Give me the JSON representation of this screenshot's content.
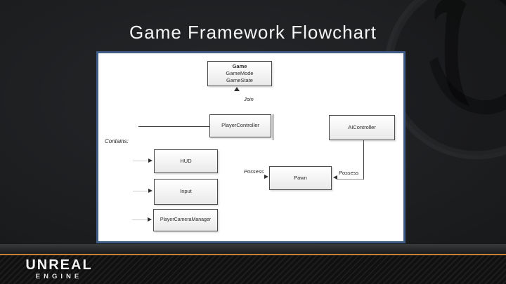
{
  "slide": {
    "title": "Game Framework Flowchart"
  },
  "flowchart": {
    "game_box": {
      "title": "Game",
      "line2": "GameMode",
      "line3": "GameState"
    },
    "player_controller": "PlayerController",
    "ai_controller": "AIController",
    "pawn": "Pawn",
    "hud": "HUD",
    "input": "Input",
    "player_camera_manager": "PlayerCameraManager",
    "labels": {
      "join": "Join",
      "contains": "Contains:",
      "possess_left": "Possess",
      "possess_right": "Possess"
    }
  },
  "footer": {
    "brand_primary": "UNREAL",
    "brand_secondary": "ENGINE"
  },
  "icons": {
    "watermark": "unreal-engine-u-logo",
    "arrow_glyphs": [
      "arrow-up",
      "arrow-right",
      "arrow-left"
    ]
  },
  "colors": {
    "panel_border": "#3f5c85",
    "accent_orange": "#c98136",
    "background": "#1b1d1e",
    "box_border": "#4a4a4a",
    "title_text": "#f5f5f5"
  }
}
